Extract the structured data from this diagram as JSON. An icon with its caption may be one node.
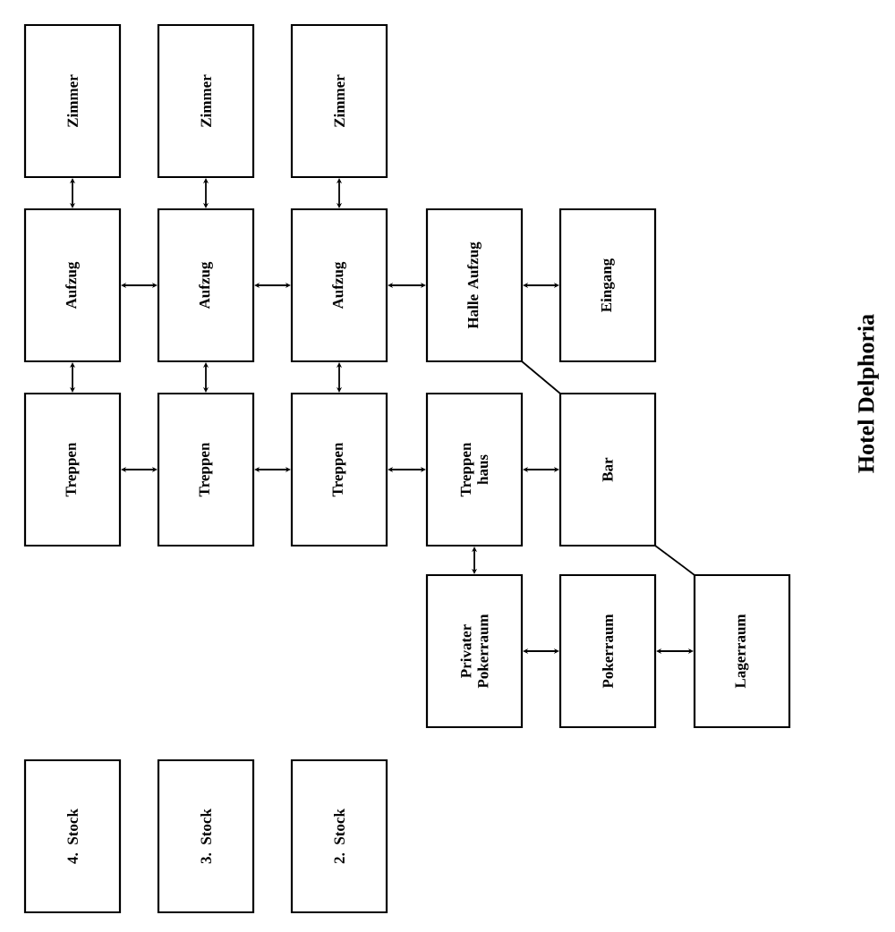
{
  "diagram": {
    "title": "Hotel Delphoria",
    "nodes": [
      {
        "text": [
          "Zimmer"
        ]
      },
      {
        "text": [
          "Zimmer"
        ]
      },
      {
        "text": [
          "Zimmer"
        ]
      },
      {
        "text": [
          "Aufzug"
        ]
      },
      {
        "text": [
          "Aufzug"
        ]
      },
      {
        "text": [
          "Aufzug"
        ]
      },
      {
        "text": [
          "Halle Aufzug"
        ]
      },
      {
        "text": [
          "Eingang"
        ]
      },
      {
        "text": [
          "Treppen"
        ]
      },
      {
        "text": [
          "Treppen"
        ]
      },
      {
        "text": [
          "Treppen"
        ]
      },
      {
        "text": [
          "Treppen haus"
        ]
      },
      {
        "text": [
          "Bar"
        ]
      },
      {
        "text": [
          "Privater Pokerraum"
        ]
      },
      {
        "text": [
          "Pokerraum"
        ]
      },
      {
        "text": [
          "Lagerraum"
        ]
      },
      {
        "text": [
          "4. Stock"
        ]
      },
      {
        "text": [
          "3. Stock"
        ]
      },
      {
        "text": [
          "2. Stock"
        ]
      }
    ],
    "edges": [
      {
        "from": 0,
        "to": 3,
        "arrow": "both"
      },
      {
        "from": 1,
        "to": 4,
        "arrow": "both"
      },
      {
        "from": 2,
        "to": 5,
        "arrow": "both"
      },
      {
        "from": 3,
        "to": 8,
        "arrow": "both"
      },
      {
        "from": 4,
        "to": 9,
        "arrow": "both"
      },
      {
        "from": 5,
        "to": 10,
        "arrow": "both"
      },
      {
        "from": 3,
        "to": 4,
        "arrow": "both"
      },
      {
        "from": 4,
        "to": 5,
        "arrow": "both"
      },
      {
        "from": 5,
        "to": 6,
        "arrow": "both"
      },
      {
        "from": 6,
        "to": 7,
        "arrow": "both"
      },
      {
        "from": 8,
        "to": 9,
        "arrow": "both"
      },
      {
        "from": 9,
        "to": 10,
        "arrow": "both"
      },
      {
        "from": 10,
        "to": 11,
        "arrow": "both"
      },
      {
        "from": 11,
        "to": 12,
        "arrow": "both"
      },
      {
        "from": 11,
        "to": 13,
        "arrow": "both"
      },
      {
        "from": 13,
        "to": 14,
        "arrow": "both"
      },
      {
        "from": 14,
        "to": 15,
        "arrow": "both"
      },
      {
        "from": 6,
        "to": 12,
        "arrow": "none"
      },
      {
        "from": 12,
        "to": 15,
        "arrow": "none"
      }
    ]
  }
}
